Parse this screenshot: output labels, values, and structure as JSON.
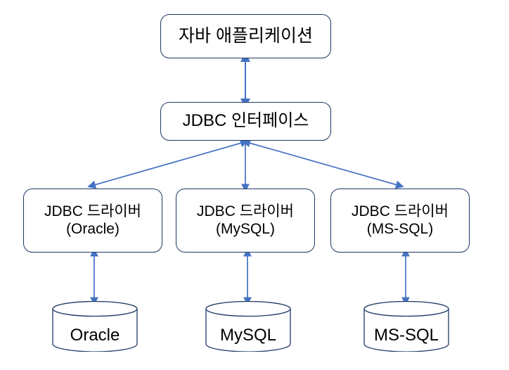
{
  "diagram": {
    "title": "JDBC Architecture Diagram",
    "colors": {
      "node_border": "#1F3864",
      "node_fill": "#FFFFFF",
      "arrow": "#4472C4",
      "cylinder_border": "#1F3864",
      "text": "#000000",
      "background": "#FFFFFF"
    },
    "nodes": {
      "java_app": {
        "label": "자바 애플리케이션"
      },
      "jdbc_interface": {
        "label": "JDBC 인터페이스"
      },
      "driver_oracle": {
        "label": "JDBC 드라이버\n(Oracle)"
      },
      "driver_mysql": {
        "label": "JDBC 드라이버\n(MySQL)"
      },
      "driver_mssql": {
        "label": "JDBC 드라이버\n(MS-SQL)"
      },
      "db_oracle": {
        "label": "Oracle"
      },
      "db_mysql": {
        "label": "MySQL"
      },
      "db_mssql": {
        "label": "MS-SQL"
      }
    },
    "connectors": [
      {
        "from": "java_app",
        "to": "jdbc_interface",
        "style": "double-arrow"
      },
      {
        "from": "jdbc_interface",
        "to": "driver_oracle",
        "style": "double-arrow"
      },
      {
        "from": "jdbc_interface",
        "to": "driver_mysql",
        "style": "double-arrow"
      },
      {
        "from": "jdbc_interface",
        "to": "driver_mssql",
        "style": "double-arrow"
      },
      {
        "from": "driver_oracle",
        "to": "db_oracle",
        "style": "double-arrow"
      },
      {
        "from": "driver_mysql",
        "to": "db_mysql",
        "style": "double-arrow"
      },
      {
        "from": "driver_mssql",
        "to": "db_mssql",
        "style": "double-arrow"
      }
    ]
  }
}
